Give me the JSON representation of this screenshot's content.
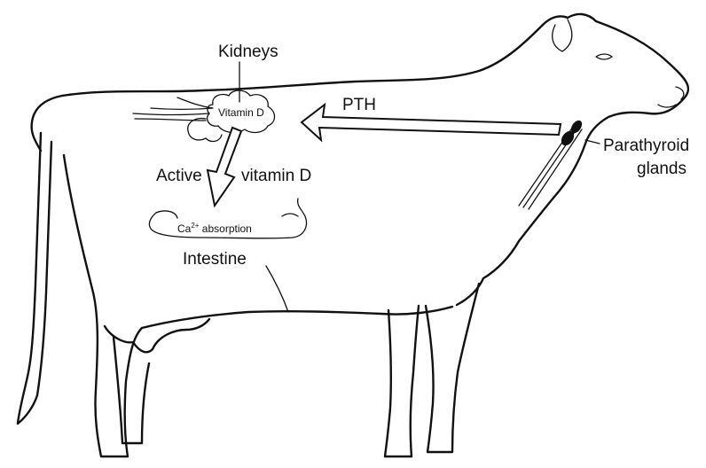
{
  "labels": {
    "kidneys": "Kidneys",
    "vitamin_d": "Vitamin D",
    "pth": "PTH",
    "parathyroid_line1": "Parathyroid",
    "parathyroid_line2": "glands",
    "active": "Active",
    "vitamin_d_active": "vitamin D",
    "ca": "Ca",
    "ca_charge": "2+",
    "absorption": " absorption",
    "intestine": "Intestine"
  },
  "colors": {
    "ink": "#111111",
    "background": "#ffffff"
  }
}
